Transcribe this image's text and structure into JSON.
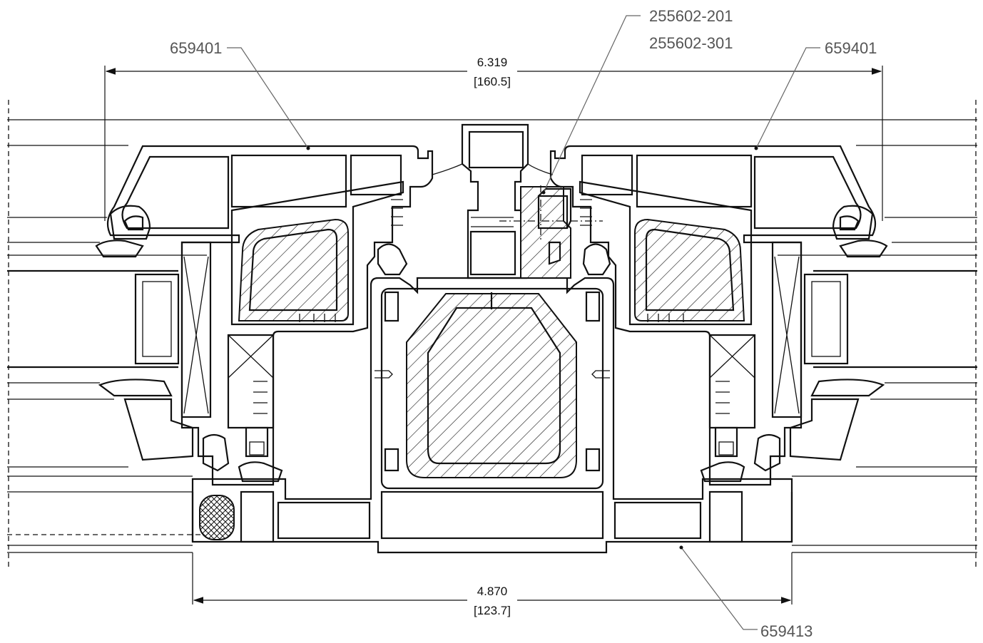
{
  "callouts": {
    "top_left": "659401",
    "top_center_1": "255602-201",
    "top_center_2": "255602-301",
    "top_right": "659401",
    "bottom_right": "659413"
  },
  "dimensions": {
    "top": {
      "inches": "6.319",
      "mm": "[160.5]"
    },
    "bottom": {
      "inches": "4.870",
      "mm": "[123.7]"
    }
  }
}
